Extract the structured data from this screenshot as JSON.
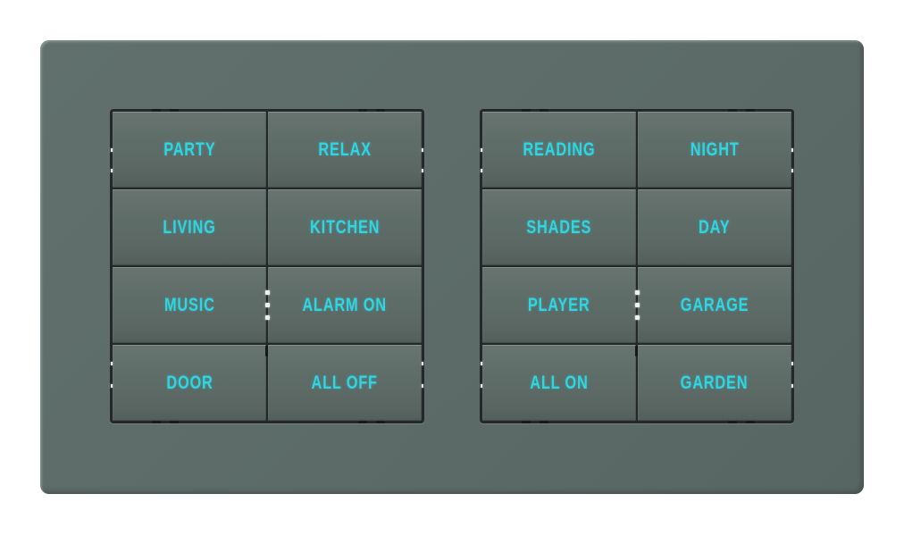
{
  "device": {
    "name": "scene-keypad-faceplate",
    "colors": {
      "background": "#ffffff",
      "plate": "#5d6b68",
      "frame": "#24282a",
      "button": "#5e6c68",
      "label": "#2fd6e2",
      "led": "#eef1ee"
    }
  },
  "panels": [
    {
      "name": "left-keypad",
      "buttons": [
        {
          "label": "PARTY"
        },
        {
          "label": "RELAX"
        },
        {
          "label": "LIVING"
        },
        {
          "label": "KITCHEN"
        },
        {
          "label": "MUSIC"
        },
        {
          "label": "ALARM ON"
        },
        {
          "label": "DOOR"
        },
        {
          "label": "ALL OFF"
        }
      ],
      "indicators": {
        "center_led_count": 3,
        "edge_led_rows": [
          1,
          4
        ]
      }
    },
    {
      "name": "right-keypad",
      "buttons": [
        {
          "label": "READING"
        },
        {
          "label": "NIGHT"
        },
        {
          "label": "SHADES"
        },
        {
          "label": "DAY"
        },
        {
          "label": "PLAYER"
        },
        {
          "label": "GARAGE"
        },
        {
          "label": "ALL ON"
        },
        {
          "label": "GARDEN"
        }
      ],
      "indicators": {
        "center_led_count": 3,
        "edge_led_rows": [
          1,
          4
        ]
      }
    }
  ]
}
